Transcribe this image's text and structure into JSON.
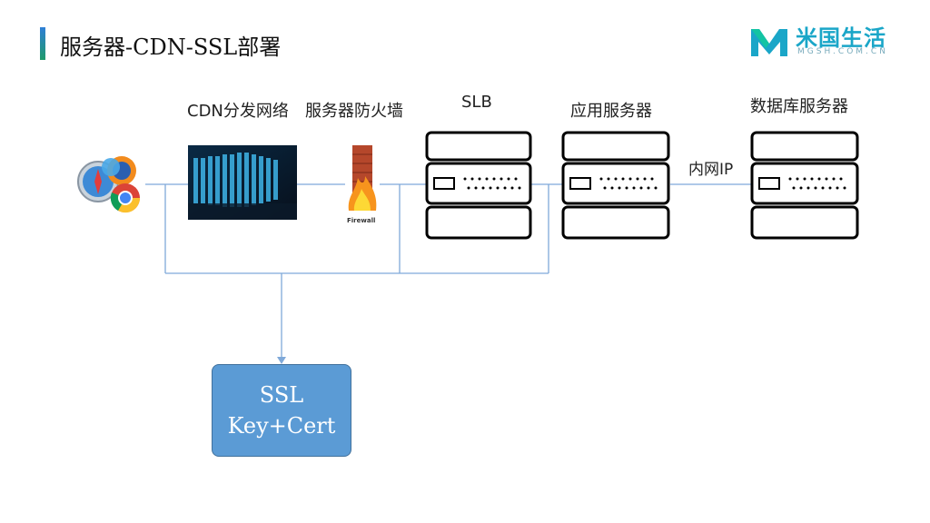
{
  "title": "服务器-CDN-SSL部署",
  "logo": {
    "text": "米国生活",
    "sub": "MGSH.COM.CN",
    "icon": "mgsh-logo-icon"
  },
  "nodes": {
    "cdn": "CDN分发网络",
    "firewall": "服务器防火墙",
    "firewall_icon_text": "Firewall",
    "slb": "SLB",
    "app": "应用服务器",
    "db": "数据库服务器"
  },
  "link_label": "内网IP",
  "ssl": {
    "line1": "SSL",
    "line2": "Key+Cert"
  },
  "colors": {
    "line": "#7fa9d9",
    "ssl_fill": "#5b9bd5",
    "server_stroke": "#000000"
  },
  "icons": [
    "browser-icons",
    "cdn-server-image",
    "firewall-icon",
    "server-icon"
  ]
}
